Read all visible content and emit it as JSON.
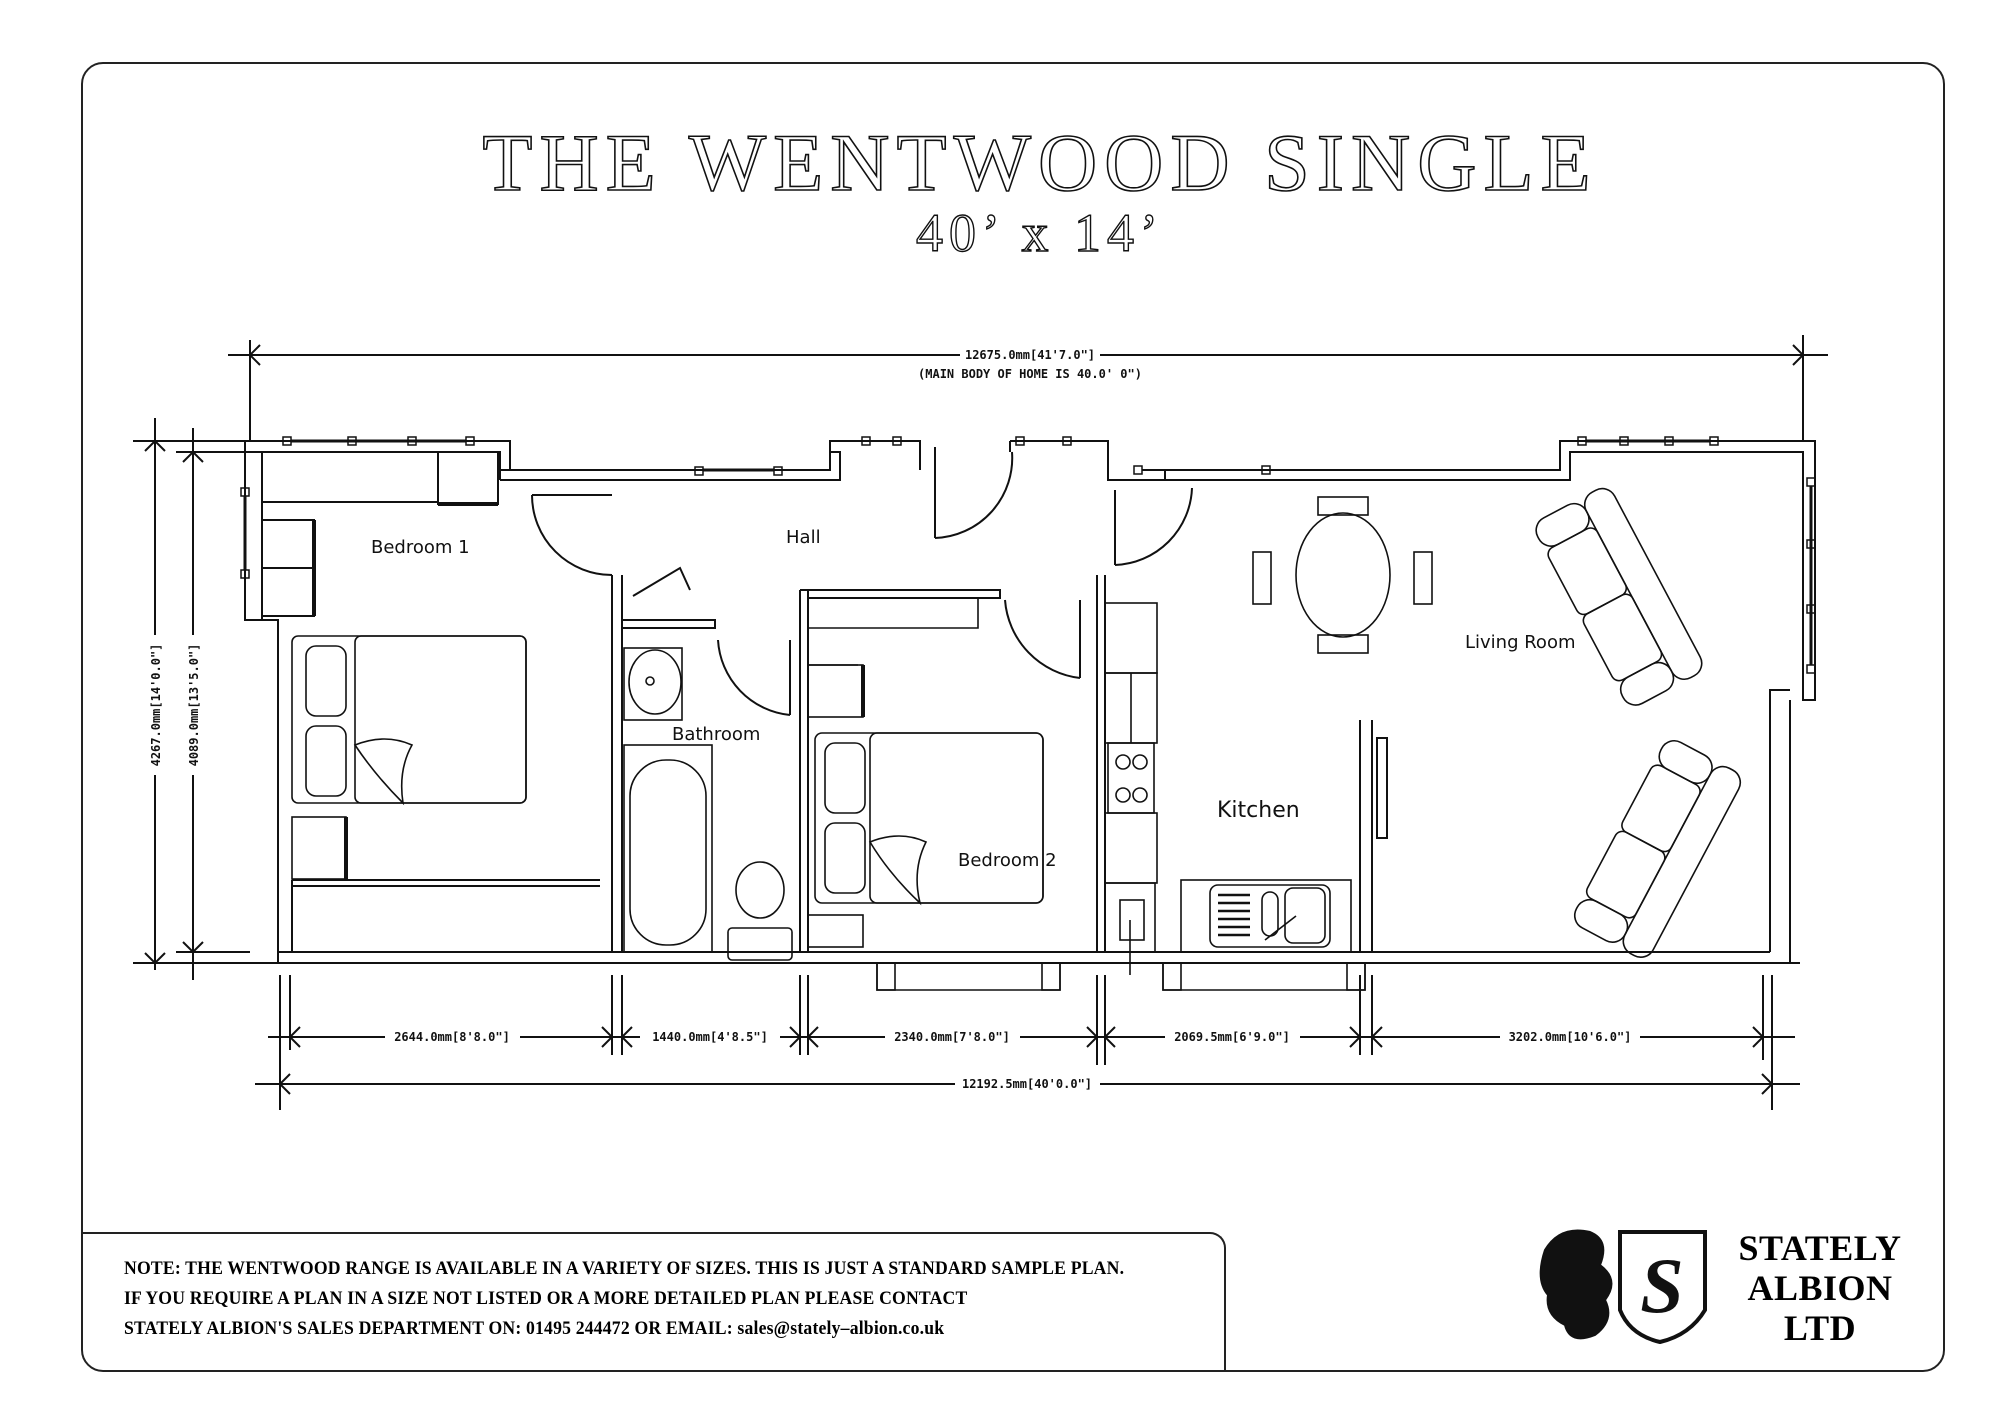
{
  "header": {
    "title": "THE WENTWOOD SINGLE",
    "subtitle": "40’ x 14’"
  },
  "dimensions": {
    "overall_top": "12675.0mm[41'7.0\"]",
    "overall_top_note": "(MAIN BODY OF HOME IS 40.0' 0\")",
    "left_outer": "4267.0mm[14'0.0\"]",
    "left_inner": "4089.0mm[13'5.0\"]",
    "bottom_segments": [
      "2644.0mm[8'8.0\"]",
      "1440.0mm[4'8.5\"]",
      "2340.0mm[7'8.0\"]",
      "2069.5mm[6'9.0\"]",
      "3202.0mm[10'6.0\"]"
    ],
    "overall_bottom": "12192.5mm[40'0.0\"]"
  },
  "rooms": {
    "bedroom1": "Bedroom 1",
    "hall": "Hall",
    "bathroom": "Bathroom",
    "bedroom2": "Bedroom 2",
    "kitchen": "Kitchen",
    "living_room": "Living Room"
  },
  "note": {
    "line1": "NOTE: THE WENTWOOD RANGE IS AVAILABLE IN A VARIETY OF SIZES. THIS IS JUST A STANDARD SAMPLE PLAN.",
    "line2": "IF YOU REQUIRE A PLAN IN A SIZE NOT LISTED OR A MORE DETAILED PLAN PLEASE CONTACT",
    "line3": "STATELY ALBION'S SALES DEPARTMENT ON: 01495 244472 OR EMAIL: sales@stately–albion.co.uk"
  },
  "logo": {
    "line1": "STATELY",
    "line2": "ALBION",
    "line3": "LTD",
    "emblem_letter": "S"
  }
}
